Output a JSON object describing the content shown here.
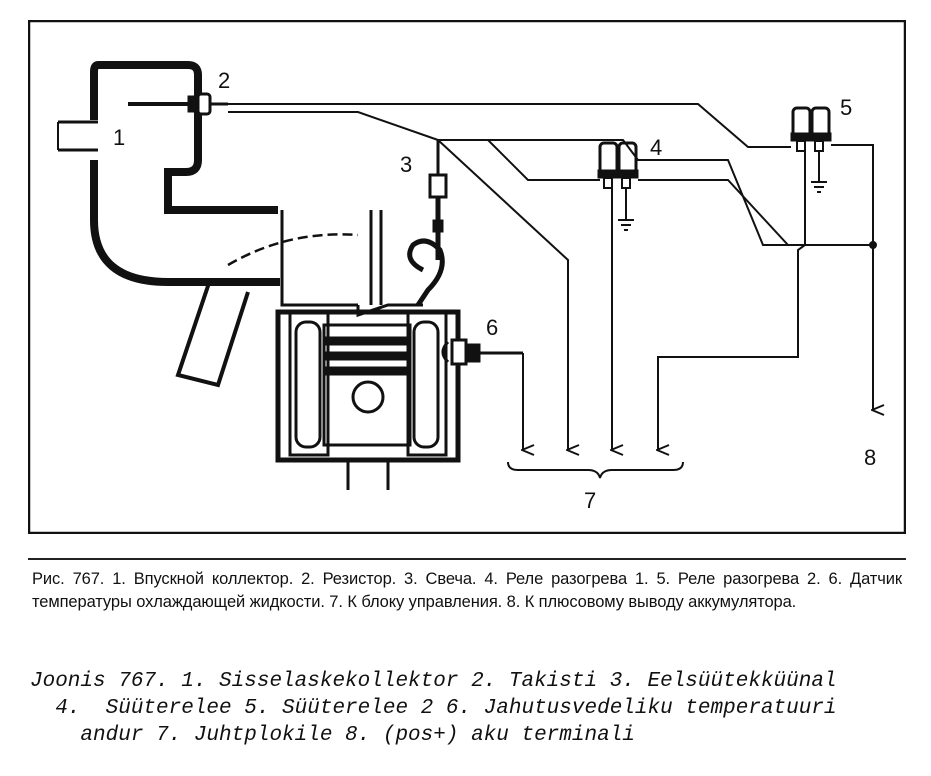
{
  "diagram": {
    "callouts": {
      "c1": "1",
      "c2": "2",
      "c3": "3",
      "c4": "4",
      "c5": "5",
      "c6": "6",
      "c7": "7",
      "c8": "8"
    }
  },
  "captions": {
    "russian": "Рис. 767. 1. Впускной коллектор. 2. Резистор. 3. Свеча. 4. Реле разогрева 1. 5. Реле разогрева 2. 6. Датчик температуры охлаждающей жидкости. 7. К блоку управления. 8. К плюсовому выводу аккумулятора.",
    "estonian_line1": "Joonis 767. 1. Sisselaskekollektor 2. Takisti 3. Eelsüütekküünal",
    "estonian_line2": "  4.  Süüterelee 5. Süüterelee 2 6. Jahutusvedeliku temperatuuri",
    "estonian_line3": "    andur 7. Juhtplokile 8. (pos+) aku terminali"
  }
}
